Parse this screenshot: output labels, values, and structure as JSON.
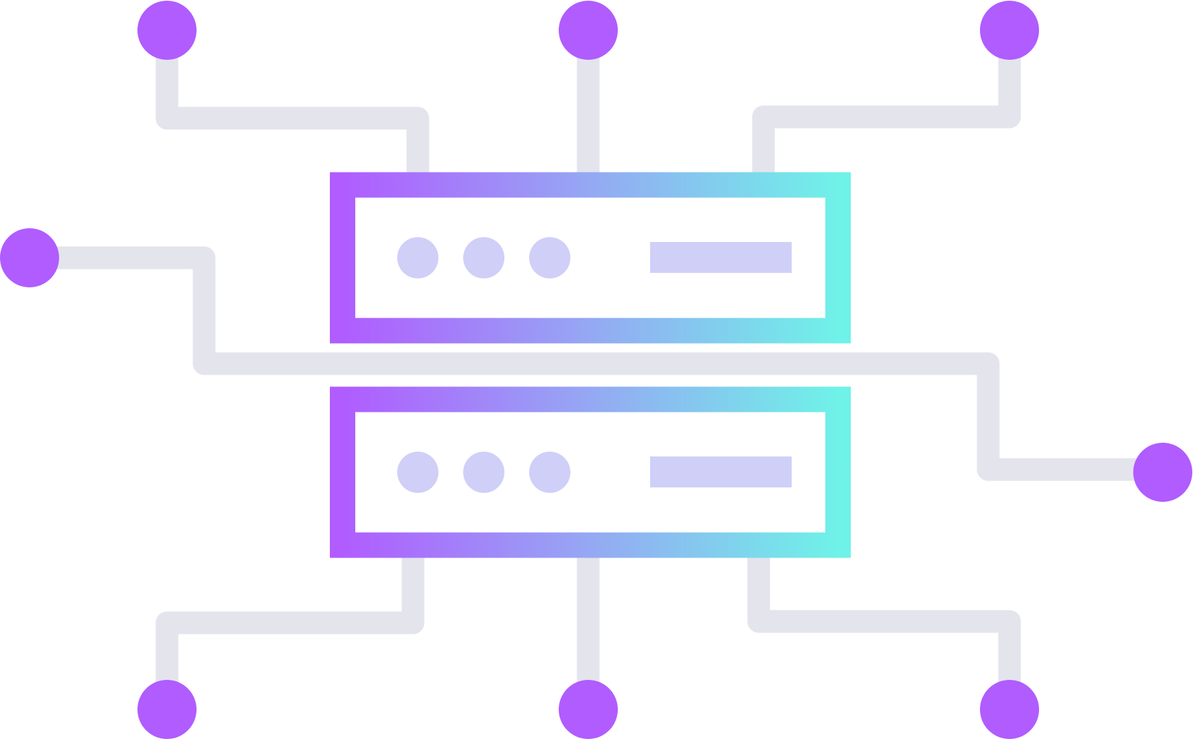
{
  "illustration": {
    "subject": "server-network-icon",
    "colors": {
      "background": "#ffffff",
      "connector_line": "#e4e4ed",
      "node": "#b05cff",
      "server_gradient_start": "#b05cff",
      "server_gradient_mid": "#95a8f3",
      "server_gradient_end": "#6ff2e8",
      "server_detail": "#d0cff8"
    },
    "servers": [
      {
        "id": "server-top",
        "indicator_lights": 3,
        "has_slot_bar": true
      },
      {
        "id": "server-bottom",
        "indicator_lights": 3,
        "has_slot_bar": true
      }
    ],
    "node_count": 8,
    "connector_count": 8
  }
}
